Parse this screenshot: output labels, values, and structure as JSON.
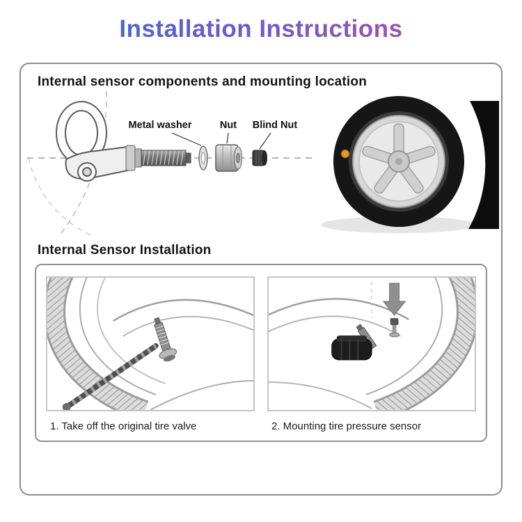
{
  "title": "Installation Instructions",
  "section1": {
    "heading": "Internal sensor components and mounting location",
    "labels": {
      "metal_washer": "Metal washer",
      "nut": "Nut",
      "blind_nut": "Blind Nut"
    }
  },
  "section2": {
    "heading": "Internal Sensor Installation",
    "steps": [
      {
        "caption": "1. Take off the original tire valve"
      },
      {
        "caption": "2. Mounting tire pressure sensor"
      }
    ]
  },
  "colors": {
    "title_gradient": [
      "#2e6fd4",
      "#6f5ac9",
      "#c24f96"
    ],
    "sensor_dot": "#e89a2a",
    "box_border": "#8c8c8c"
  }
}
